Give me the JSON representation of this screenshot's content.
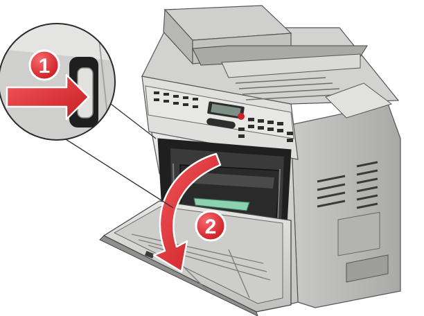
{
  "steps": [
    {
      "number": "1",
      "action": "press-release-button"
    },
    {
      "number": "2",
      "action": "lower-front-door"
    }
  ],
  "colors": {
    "accent_red": "#e3262b",
    "printer_body": "#d6d7d5",
    "printer_dark": "#2c2c2c",
    "toner_green": "#8ed1b1"
  },
  "icons": [
    "arrow-icon",
    "curved-arrow-icon",
    "step-badge-icon"
  ]
}
